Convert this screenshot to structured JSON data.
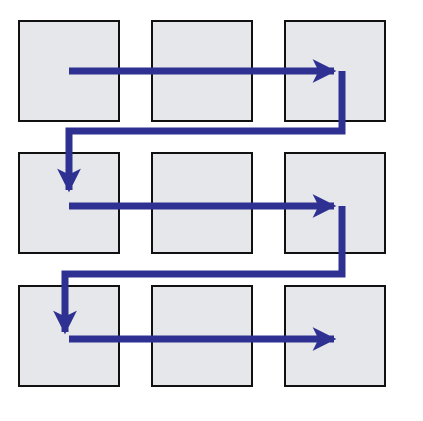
{
  "diagram": {
    "type": "grid-traversal",
    "rows": 3,
    "columns": 3,
    "traversal": "row-major-left-to-right",
    "colors": {
      "cell_fill": "#e6e7ea",
      "cell_stroke": "#111111",
      "arrow": "#2e3192",
      "background": "#ffffff"
    },
    "cells": [
      {
        "row": 1,
        "col": 1
      },
      {
        "row": 1,
        "col": 2
      },
      {
        "row": 1,
        "col": 3
      },
      {
        "row": 2,
        "col": 1
      },
      {
        "row": 2,
        "col": 2
      },
      {
        "row": 2,
        "col": 3
      },
      {
        "row": 3,
        "col": 1
      },
      {
        "row": 3,
        "col": 2
      },
      {
        "row": 3,
        "col": 3
      }
    ],
    "arrows": [
      {
        "kind": "row-sweep",
        "row": 1,
        "from_col": 1,
        "to_col": 3
      },
      {
        "kind": "wrap",
        "from_row": 1,
        "to_row": 2
      },
      {
        "kind": "row-sweep",
        "row": 2,
        "from_col": 1,
        "to_col": 3
      },
      {
        "kind": "wrap",
        "from_row": 2,
        "to_row": 3
      },
      {
        "kind": "row-sweep",
        "row": 3,
        "from_col": 1,
        "to_col": 3
      }
    ]
  }
}
